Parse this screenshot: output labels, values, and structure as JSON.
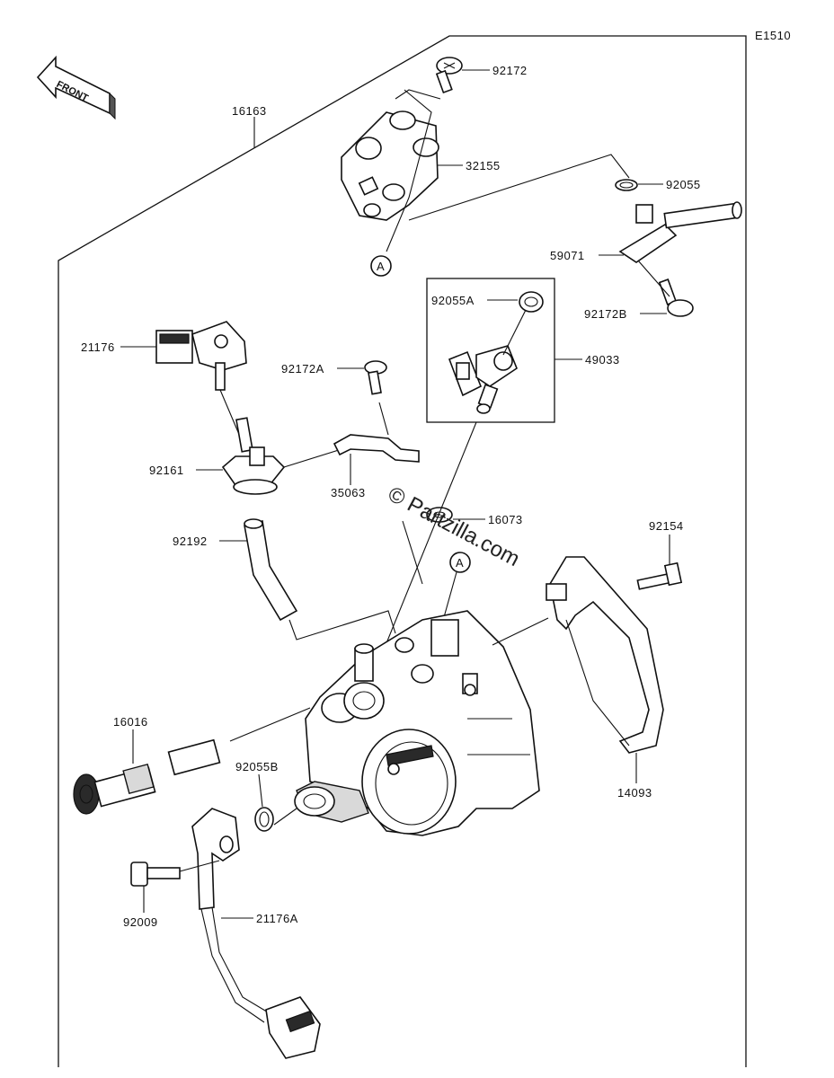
{
  "diagram_code": "E1510",
  "front_label": "FRONT",
  "callout_ref": "A",
  "watermark": "© Partzilla.com",
  "parts": {
    "p16163": "16163",
    "p92172": "92172",
    "p32155": "32155",
    "p92055": "92055",
    "p59071": "59071",
    "p92172B": "92172B",
    "p92055A": "92055A",
    "p49033": "49033",
    "p21176": "21176",
    "p92172A": "92172A",
    "p92161": "92161",
    "p35063": "35063",
    "p16073": "16073",
    "p92192": "92192",
    "p92154": "92154",
    "p16016": "16016",
    "p92055B": "92055B",
    "p14093": "14093",
    "p92009": "92009",
    "p21176A": "21176A"
  }
}
